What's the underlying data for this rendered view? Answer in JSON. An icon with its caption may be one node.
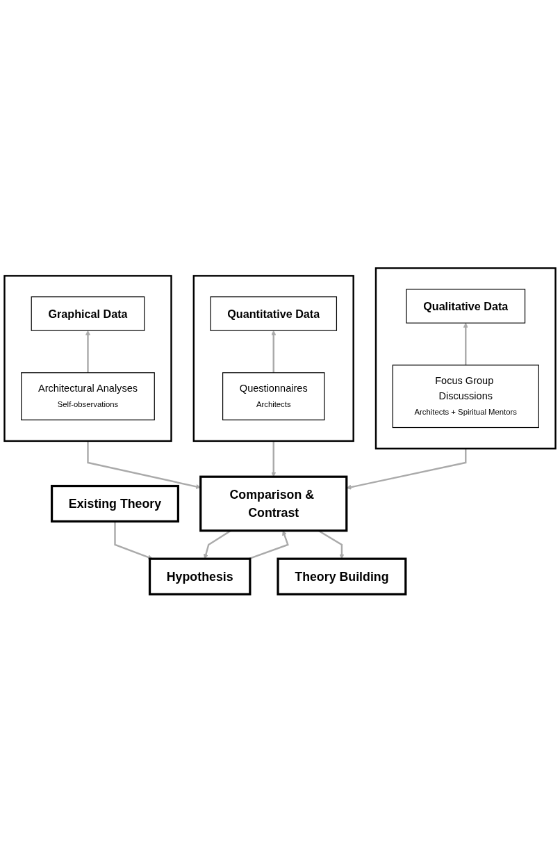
{
  "diagram": {
    "nodes": [
      {
        "text": [
          "Existing Theory"
        ]
      },
      {
        "text": [
          "Hypothesis"
        ]
      },
      {
        "text": [],
        "shape": "box"
      },
      {
        "text": [
          "Graphical Data"
        ],
        "in": 2
      },
      {
        "text": [
          "Architectural Analyses",
          "Self-observations"
        ],
        "in": 2
      },
      {
        "text": [],
        "shape": "box"
      },
      {
        "text": [
          "Quantitative Data"
        ],
        "in": 5
      },
      {
        "text": [
          "Questionnaires",
          "Architects"
        ],
        "in": 5
      },
      {
        "text": [],
        "shape": "box"
      },
      {
        "text": [
          "Qualitative Data"
        ],
        "in": 8
      },
      {
        "text": [
          "Focus Group Discussions",
          "Architects + Spiritual Mentors"
        ],
        "in": 8
      },
      {
        "text": [
          "Comparison & Contrast"
        ]
      },
      {
        "text": [
          "Theory Building"
        ]
      }
    ],
    "edges": [
      {
        "from": 0,
        "to": 1,
        "arrow": "to"
      },
      {
        "from": 4,
        "to": 3,
        "arrow": "to"
      },
      {
        "from": 7,
        "to": 6,
        "arrow": "to"
      },
      {
        "from": 10,
        "to": 9,
        "arrow": "to"
      },
      {
        "from": 1,
        "to": 11,
        "arrow": "to"
      },
      {
        "from": 2,
        "to": 11,
        "arrow": "to"
      },
      {
        "from": 5,
        "to": 11,
        "arrow": "to"
      },
      {
        "from": 8,
        "to": 11,
        "arrow": "to"
      },
      {
        "from": 11,
        "to": 1,
        "arrow": "to"
      },
      {
        "from": 11,
        "to": 12,
        "arrow": "to"
      }
    ]
  }
}
